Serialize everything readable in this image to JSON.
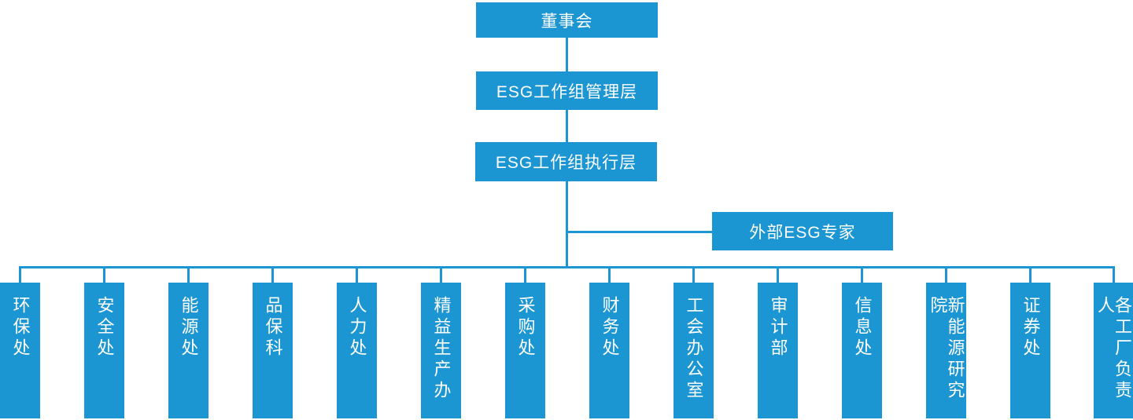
{
  "colors": {
    "primary_blue": "#1c96d2",
    "text": "#ffffff",
    "background": "#ffffff"
  },
  "org_chart": {
    "board": {
      "label": "董事会"
    },
    "esg_management": {
      "label": "ESG工作组管理层"
    },
    "esg_execution": {
      "label": "ESG工作组执行层"
    },
    "external_experts": {
      "label": "外部ESG专家"
    },
    "departments": [
      {
        "label": "环保处"
      },
      {
        "label": "安全处"
      },
      {
        "label": "能源处"
      },
      {
        "label": "品保科"
      },
      {
        "label": "人力处"
      },
      {
        "label": "精益生产办"
      },
      {
        "label": "采购处"
      },
      {
        "label": "财务处"
      },
      {
        "label": "工会办公室"
      },
      {
        "label": "审计部"
      },
      {
        "label": "信息处"
      },
      {
        "label": "新能源研究院"
      },
      {
        "label": "证券处"
      },
      {
        "label": "各工厂负责人"
      }
    ]
  }
}
